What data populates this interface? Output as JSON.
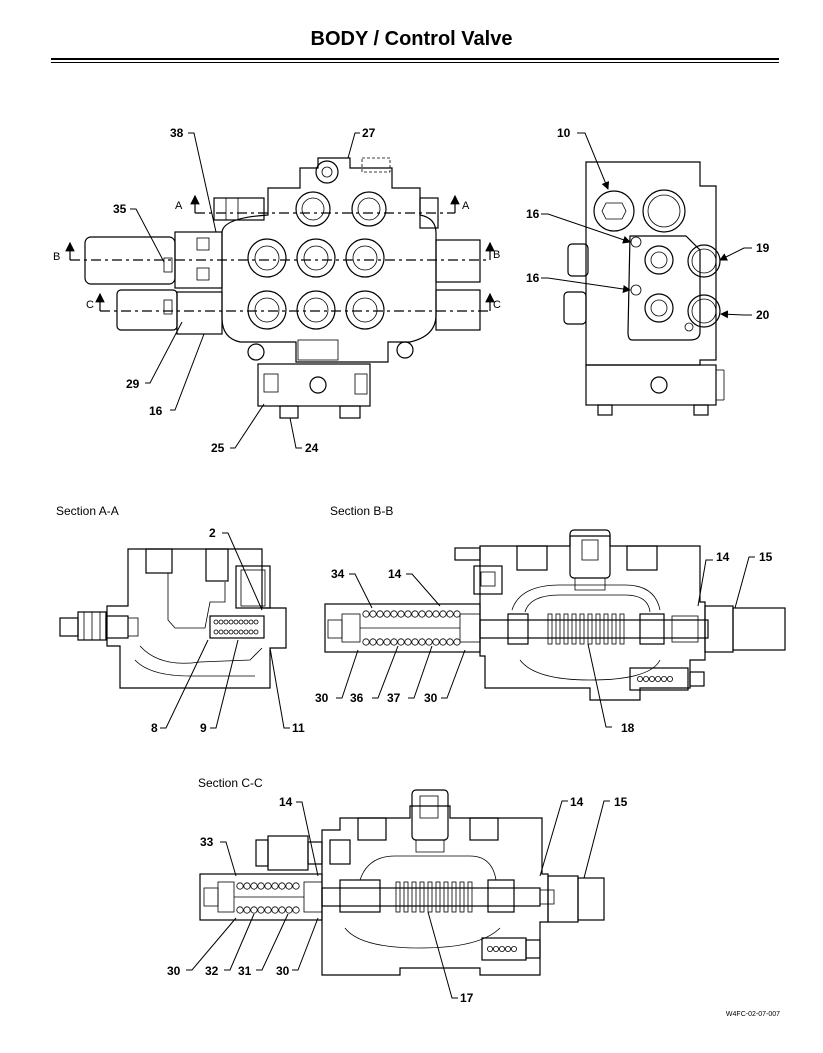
{
  "title": "BODY / Control Valve",
  "document_id": "W4FC-02-07-007",
  "views": {
    "section_aa": "Section A-A",
    "section_bb": "Section B-B",
    "section_cc": "Section C-C"
  },
  "section_marks": {
    "a": "A",
    "b": "B",
    "c": "C"
  },
  "callouts": {
    "front": {
      "c38": "38",
      "c27": "27",
      "c35": "35",
      "c29": "29",
      "c16": "16",
      "c25": "25",
      "c24": "24"
    },
    "side": {
      "c10": "10",
      "c16a": "16",
      "c16b": "16",
      "c19": "19",
      "c20": "20"
    },
    "aa": {
      "c2": "2",
      "c8": "8",
      "c9": "9",
      "c11": "11"
    },
    "bb": {
      "c34": "34",
      "c14a": "14",
      "c14b": "14",
      "c15": "15",
      "c30a": "30",
      "c36": "36",
      "c37": "37",
      "c30b": "30",
      "c18": "18"
    },
    "cc": {
      "c14a": "14",
      "c14b": "14",
      "c15": "15",
      "c33": "33",
      "c30a": "30",
      "c32": "32",
      "c31": "31",
      "c30b": "30",
      "c17": "17"
    }
  }
}
